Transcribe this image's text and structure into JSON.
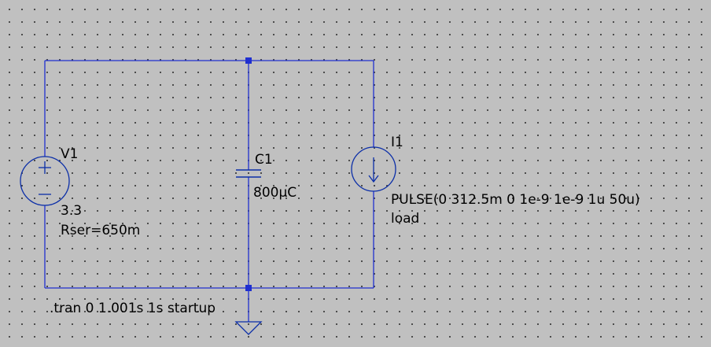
{
  "colors": {
    "wire": "#1f2fd0",
    "component": "#0b2ea8",
    "junction": "#1f2fd0",
    "text": "#000000",
    "background": "#c0c0c0"
  },
  "components": {
    "v1": {
      "name": "V1",
      "value": "3.3",
      "param": "Rser=650m",
      "plus_symbol": "+",
      "minus_symbol": "−"
    },
    "c1": {
      "name": "C1",
      "value": "800µC"
    },
    "i1": {
      "name": "I1",
      "value": "PULSE(0 312.5m 0 1e-9 1e-9 1u 50u)",
      "param": "load"
    }
  },
  "directive": ".tran 0 1.001s 1s startup"
}
